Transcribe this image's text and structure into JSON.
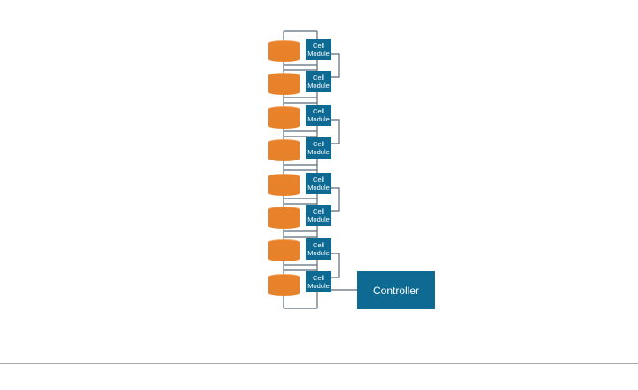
{
  "diagram": {
    "module_label_line1": "Cell",
    "module_label_line2": "Module",
    "module_count": 8,
    "controller_label": "Controller",
    "colors": {
      "cell": "#e8822a",
      "cell_top": "#f4a45e",
      "module": "#0e6a92",
      "controller": "#0e6a92",
      "wire": "#5b6b7a",
      "text": "#ffffff"
    }
  }
}
